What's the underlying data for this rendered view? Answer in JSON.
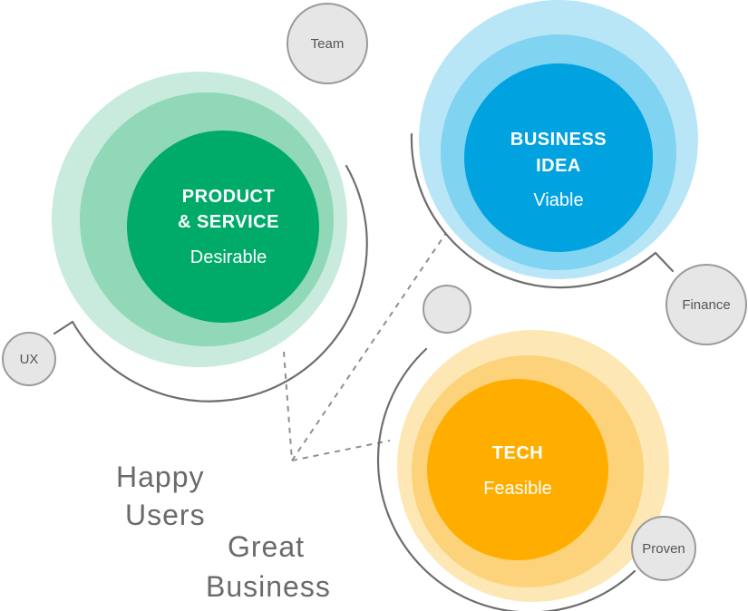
{
  "circles": {
    "product": {
      "title_line1": "PRODUCT",
      "title_line2": "& SERVICE",
      "subtitle": "Desirable"
    },
    "business": {
      "title_line1": "BUSINESS",
      "title_line2": "IDEA",
      "subtitle": "Viable"
    },
    "tech": {
      "title": "TECH",
      "subtitle": "Feasible"
    }
  },
  "bubbles": {
    "team": "Team",
    "ux": "UX",
    "finance": "Finance",
    "proven": "Proven"
  },
  "tagline": [
    "Happy",
    "Users",
    "Great",
    "Business"
  ],
  "colors": {
    "green_dark": "#00ab6a",
    "blue_dark": "#00a3e0",
    "orange_dark": "#ffae00",
    "bubble_fill": "#e6e6e6",
    "bubble_stroke": "#9b9b9b"
  }
}
